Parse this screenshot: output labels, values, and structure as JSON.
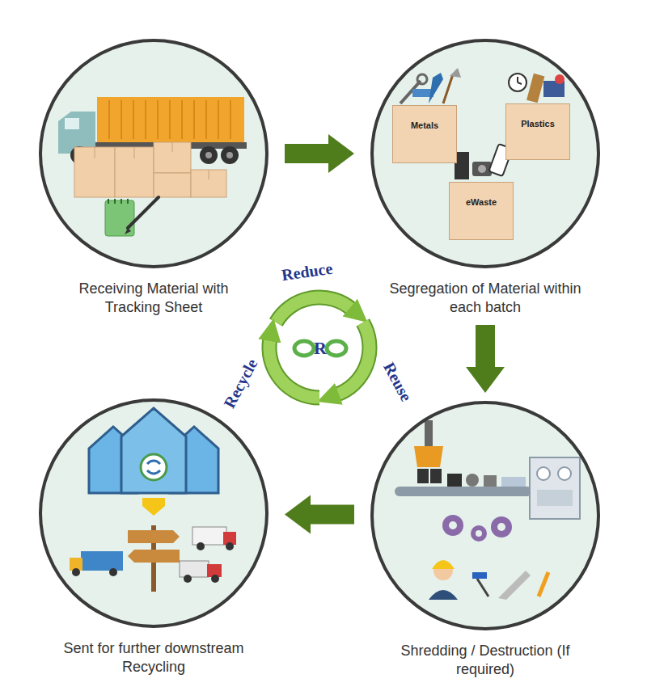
{
  "diagram": {
    "nodes": [
      {
        "text": [
          "Receiving Material with Tracking Sheet"
        ]
      },
      {
        "text": [
          "Segregation of Material within each batch"
        ]
      },
      {
        "text": [
          "Metals"
        ],
        "in": 1
      },
      {
        "text": [
          "Plastics"
        ],
        "in": 1
      },
      {
        "text": [
          "eWaste"
        ],
        "in": 1
      },
      {
        "text": [
          "Sent for further downstream Recycling"
        ]
      },
      {
        "text": [
          "Shredding / Destruction (If required)"
        ]
      }
    ],
    "edges": [
      {
        "from": 0,
        "to": 1,
        "arrow": "to"
      },
      {
        "from": 1,
        "to": 6,
        "arrow": "to"
      },
      {
        "from": 6,
        "to": 5,
        "arrow": "to"
      }
    ],
    "labels": [
      "Reduce",
      "Reuse",
      "Recycle",
      "R"
    ]
  }
}
